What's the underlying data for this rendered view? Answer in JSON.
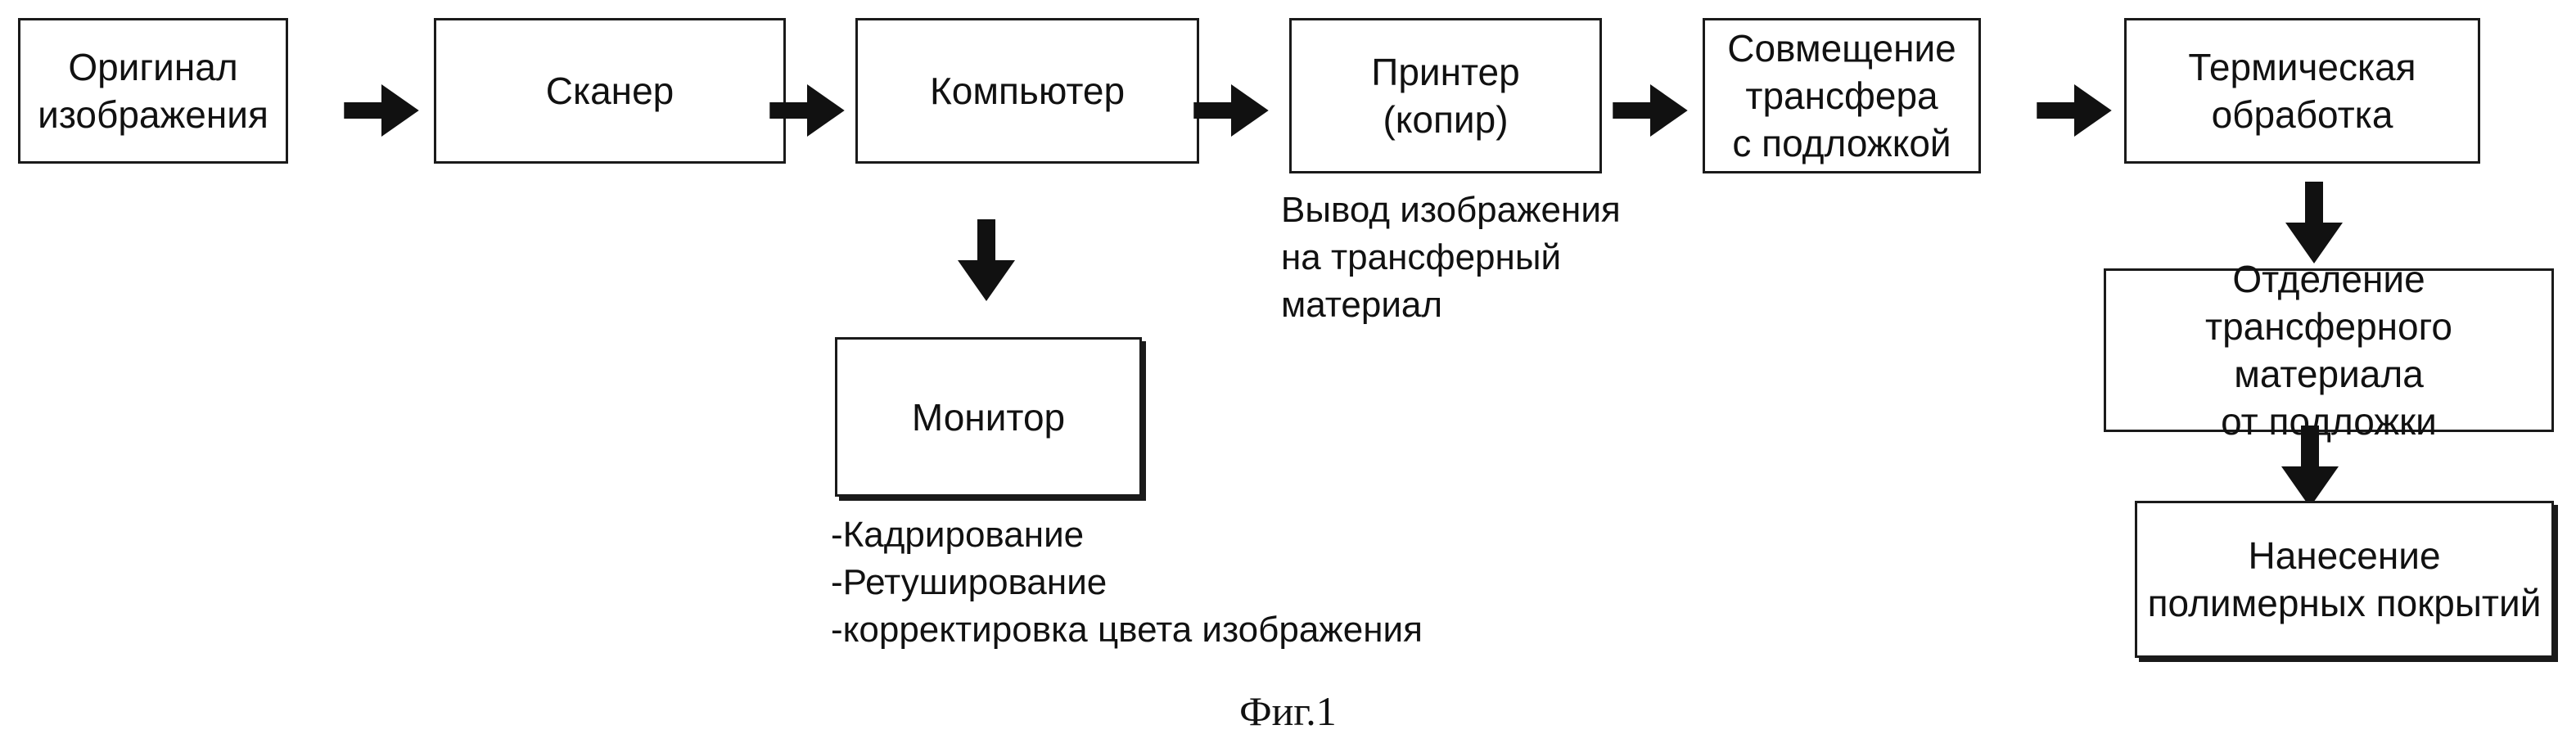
{
  "boxes": {
    "original": [
      "Оригинал",
      "изображения"
    ],
    "scanner": [
      "Сканер"
    ],
    "computer": [
      "Компьютер"
    ],
    "printer": [
      "Принтер",
      "(копир)"
    ],
    "combine": [
      "Совмещение",
      "трансфера",
      "с подложкой"
    ],
    "thermal": [
      "Термическая",
      "обработка"
    ],
    "monitor": [
      "Монитор"
    ],
    "separation": [
      "Отделение",
      "трансферного материала",
      "от подложки"
    ],
    "coating": [
      "Нанесение",
      "полимерных покрытий"
    ]
  },
  "notes": {
    "printer_output": [
      "Вывод изображения",
      "на трансферный",
      "материал"
    ],
    "monitor_ops": [
      "-Кадрирование",
      "-Ретуширование",
      "-корректировка цвета изображения"
    ]
  },
  "caption": "Фиг.1"
}
